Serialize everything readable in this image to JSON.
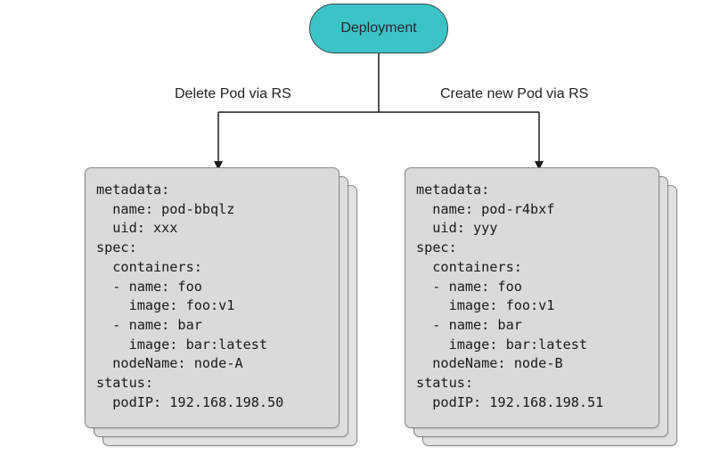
{
  "deployment": {
    "label": "Deployment",
    "fill_color": "#3cc3c8"
  },
  "edges": {
    "left_label": "Delete Pod via RS",
    "right_label": "Create new Pod via RS"
  },
  "pods": [
    {
      "lines": [
        "metadata:",
        "  name: pod-bbqlz",
        "  uid: xxx",
        "spec:",
        "  containers:",
        "  - name: foo",
        "    image: foo:v1",
        "  - name: bar",
        "    image: bar:latest",
        "  nodeName: node-A",
        "status:",
        "  podIP: 192.168.198.50"
      ]
    },
    {
      "lines": [
        "metadata:",
        "  name: pod-r4bxf",
        "  uid: yyy",
        "spec:",
        "  containers:",
        "  - name: foo",
        "    image: foo:v1",
        "  - name: bar",
        "    image: bar:latest",
        "  nodeName: node-B",
        "status:",
        "  podIP: 192.168.198.51"
      ]
    }
  ],
  "colors": {
    "card_fill": "#dadada",
    "card_border": "#8a8a8a",
    "connector": "#1a1a1a"
  }
}
